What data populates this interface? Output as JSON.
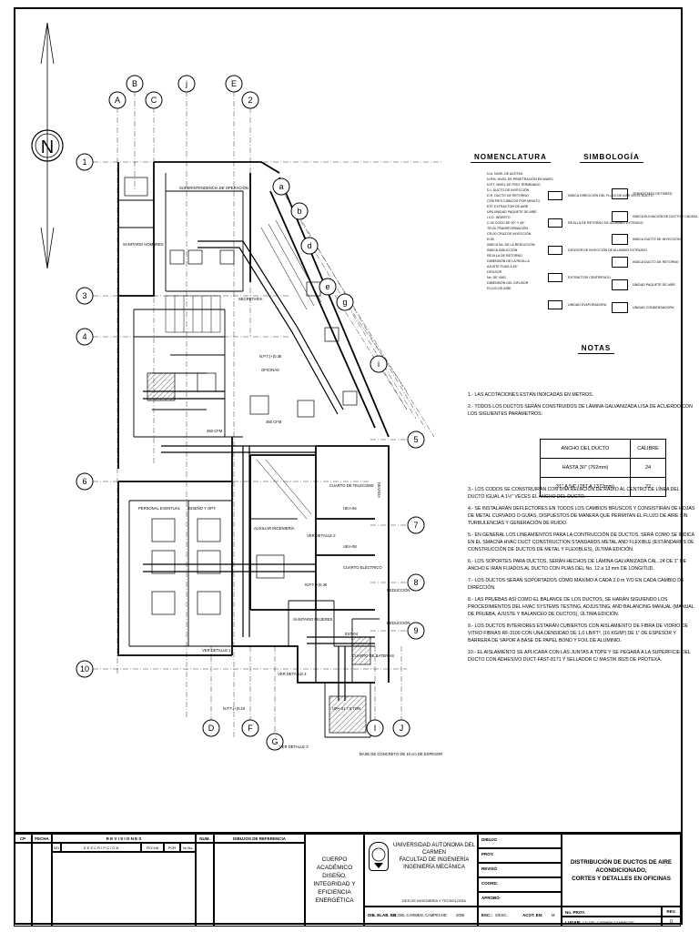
{
  "plan": {
    "north_label": "N",
    "grid_top": [
      "A",
      "B",
      "C",
      "j",
      "E",
      "2"
    ],
    "grid_left": [
      "1",
      "3",
      "4",
      "6",
      "10"
    ],
    "grid_diag": [
      "a",
      "b",
      "d",
      "e",
      "g",
      "i"
    ],
    "grid_right": [
      "5",
      "7",
      "8",
      "9"
    ],
    "grid_bottom": [
      "D",
      "F",
      "G",
      "I",
      "J"
    ],
    "rooms": {
      "superintendencia": "SUPERINTENDENCIA DE OPERACIÓN",
      "sanitario_hombres": "SANITARIO HOMBRES",
      "secretaria": "SECRETARIA",
      "oficinas": "OFICINAS",
      "personal_eventual": "PERSONAL EVENTUAL",
      "diseno": "DISEÑO Y OPT.",
      "auxiliar": "AUXILIAR INGENIERÍA",
      "cuarto_telecom": "CUARTO DE TELECOMS",
      "cuarto_electrico": "CUARTO ELÉCTRICO",
      "sanitario_mujeres": "SANITARIO MUJERES",
      "cuarto_baterias": "CUARTO DE BATERIAS",
      "base_concreto": "BASE DE CONCRETO DE 10 cm DE ESPESOR"
    },
    "labels": {
      "npt1": "N.P.T.(+)0.36",
      "npt2": "N.P.T.(+)0.36",
      "npt3": "N.P.T.(+)0.10",
      "ver_detalle_1": "VER DETALLE 1",
      "ver_detalle_2": "VER DETALLE 2",
      "ver_detalle_3": "VER DETALLE 3",
      "ver_detalle_4": "VER DETALLE 4",
      "upa": "UPA-01 7.5 TON",
      "cfm1": "450 CFM",
      "cfm2": "450 CFM",
      "reduccion1": "REDUCCIÓN",
      "reduccion2": "REDUCCIÓN",
      "uea1": "UEA-06",
      "uea2": "UEA-08",
      "ext": "EXT-04",
      "nevada": "NEVADA"
    }
  },
  "nomenclatura": {
    "title": "NOMENCLATURA",
    "items": [
      "N.A. NIVEL DE AZOTEA",
      "N.P.M. NIVEL DE PENETRACIÓN EN MURO",
      "N.P.T. NIVEL DE PISO TERMINADO",
      "D.I. DUCTO DE INYECCIÓN",
      "D.R. DUCTO DE RETORNO",
      "CFM PIES CÚBICOS POR MINUTO",
      "EXT EXTRACTOR DE AIRE",
      "UPA UNIDAD PAQUETE DE AIRE",
      "I.V.D. INSERTO",
      "C-00 CODO DE 90° Y 45°",
      "TR-00 TRANSFORMACIÓN",
      "CR-00 CRUZ DE INYECCIÓN",
      "R-00",
      "INDICA No. DE LA REDUCCIÓN",
      "INDICA INDUCCIÓN",
      "REJILLA DE RETORNO",
      "DIMENSIÓN DE LA REJILLA",
      "AJUSTE FIJAS A 45°",
      "DIFUSOR",
      "No. DE VÍAS",
      "DIMENSIÓN DEL DIFUSOR",
      "FLUJO DE AIRE"
    ]
  },
  "simbologia": {
    "title": "SIMBOLOGÍA",
    "col1": [
      "INDICA DIRECCIÓN DEL FLUJO DE AIRE EN EL DUCTO",
      "REJILLA DE RETORNO DE ALUMINIO EXTRUIDO",
      "DIFUSOR DE INYECCIÓN DE ALUMINIO EXTRUIDO",
      "EXTRACTOR CENTRÍFUGO",
      "UNIDAD EVAPORADORA"
    ],
    "col2": [
      "TERMOSTATO DE PARED",
      "INDICA ELEVACIÓN DE DUCTO Y CAUDAL DE AIRE",
      "INDICA DUCTO DE INYECCIÓN",
      "INDICA DUCTO DE RETORNO",
      "UNIDAD PAQUETE DE AIRE",
      "UNIDAD CONDENSADORA"
    ]
  },
  "notas": {
    "title": "NOTAS",
    "n1": "1.- LAS ACOTACIONES ESTÁN INDICADAS EN METROS.",
    "n2": "2.- TODOS LOS DUCTOS SERÁN CONSTRUIDOS DE LÁMINA GALVANIZADA LISA DE ACUERDO CON LOS SIGUIENTES PARÁMETROS:",
    "table": {
      "h1": "ANCHO DEL DUCTO",
      "h2": "CALIBRE",
      "r1c1": "HASTA 30\" (762mm)",
      "r1c2": "24",
      "r2c1": "31\" A 54\" (787 A 1372mm)",
      "r2c2": "22"
    },
    "n3": "3.- LOS CODOS SE CONSTRUIRÁN CON UNA RELACIÓN DE RADIO AL CENTRO DE LÍNEA DEL DUCTO IGUAL A 1½\" VECES EL ANCHO DEL DUCTO.",
    "n4": "4.- SE INSTALARÁN DEFLECTORES EN TODOS LOS CAMBIOS BRUSCOS Y CONSISTIRÁN DE HOJAS DE METAL CURVADO O GUÍAS, DISPUESTOS DE MANERA QUE PERMITAN EL FLUJO DE AIRE SIN TURBULENCIAS Y GENERACIÓN DE RUIDO.",
    "n5": "5.- EN GENERAL LOS LINEAMIENTOS PARA LA CONTRUCCIÓN DE DUCTOS, SERÁ COMO SE INDICA EN EL SMACNA HVAC DUCT CONSTRUCTION STANDARDS METAL AND FLEXIBLE (ESTÁNDARES DE CONSTRUCCIÓN DE DUCTOS DE METAL Y FLEXIBLES), ÚLTIMA EDICIÓN.",
    "n6": "6.- LOS SOPORTES PARA DUCTOS, SERÁN HECHOS DE LÁMINA GALVANIZADA CAL. 24 DE 1\" DE ANCHO E IRÁN FIJADOS AL DUCTO CON PIJAS DEL No. 12 a 13 mm DE LONGITUD.",
    "n7": "7.- LOS DUCTOS SERÁN SOPORTADOS COMO MÁXIMO A CADA 2.0 m Y/O EN CADA CAMBIO DE DIRECCIÓN.",
    "n8": "8.- LAS PRUEBAS ASÍ COMO EL BALANCE DE LOS DUCTOS, SE HARÁN SIGUIENDO LOS PROCEDIMIENTOS DEL HVAC SYSTEMS TESTING, ADJUSTING, AND BALANCING MANUAL (MANUAL DE PRUEBA, AJUSTE Y BALANCEO DE DUCTOS), ÚLTIMA EDICIÓN.",
    "n9": "9.- LOS DUCTOS INTERIORES ESTARÁN CUBIERTOS CON AISLAMIENTO DE FIBRA DE VIDRIO DE VITRO FIBRAS RF-3100 CON UNA DENSIDAD DE 1.0 LB/FT³, (16 KG/M³) DE 1\" DE ESPESOR Y BARRERA DE VAPOR A BASE DE PAPEL BOND Y FOIL DE ALUMINIO.",
    "n10": "10.- EL AISLAMIENTO SE APLICARÁ CON LAS JUNTAS A TOPE Y SE PEGARÁ A LA SUPERFICIE DEL DUCTO CON ADHESIVO DUCT-FAST-8171 Y SELLADOR C/ MASTIK 8025 DE PROTEXA."
  },
  "titleblock": {
    "cp": "CP",
    "fecha": "FECHA",
    "revisiones": "R E V I S I O N E S",
    "num": "NUM.",
    "dibujos_ref": "DIBUJOS DE REFERENCIA",
    "no": "NO",
    "descripcion": "D E S C R I P C I Ó N",
    "fecha2": "FECHA",
    "por": "POR",
    "vobo": "Vo.Bo.",
    "cuerpo_l1": "CUERPO ACADÉMICO",
    "cuerpo_l2": "DISEÑO, INTEGRIDAD Y",
    "cuerpo_l3": "EFICIENCIA ENERGÉTICA",
    "uni_l1": "UNIVERSIDAD AUTÓNOMA DEL CARMEN",
    "uni_l2": "FACULTAD DE INGENIERÍA",
    "uni_l3": "INGENIERÍA MECÁNICA",
    "des": "DES DE INGENIERÍA Y TECNOLOGÍA",
    "dib_elab_en_lbl": "DIB. ELAB. EN:",
    "dib_elab_en": "CD. DEL CARMEN, CAMPECHE",
    "year": "2005",
    "esc_lbl": "ESC.:",
    "esc": "S/ESC.",
    "acot_lbl": "ACOT. EN:",
    "acot": "M",
    "dibujo": "DIBUJO",
    "proy": "PROY.",
    "reviso": "REVISÓ",
    "coord": "COORD.",
    "aprobo": "APROBÓ",
    "title_l1": "DISTRIBUCIÓN DE DUCTOS DE AIRE ACONDICIONADO,",
    "title_l2": "CORTES Y DETALLES EN OFICINAS",
    "no_proy": "No. PROY.",
    "lugar_lbl": "LUGAR:",
    "lugar": "CD DEL CARMEN CAMPECHE",
    "rev": "REV.",
    "rev_val": "0"
  }
}
